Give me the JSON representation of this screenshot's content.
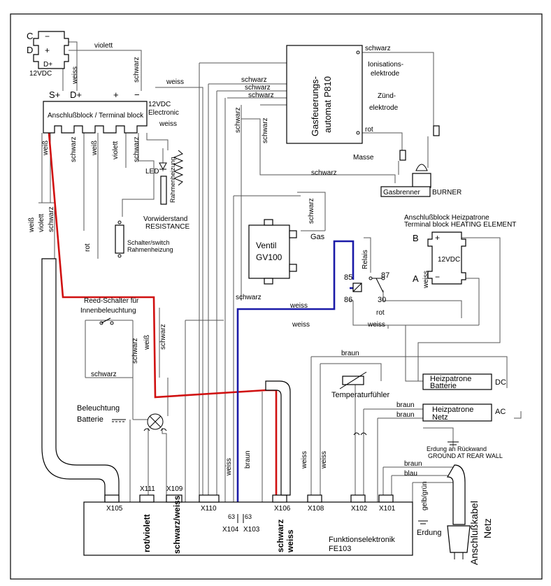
{
  "battery": {
    "c": "C",
    "d": "D",
    "minus": "−",
    "plus": "+",
    "dplus": "D+",
    "voltage": "12VDC"
  },
  "terminal_block": {
    "s_plus": "S+",
    "d_plus": "D+",
    "plus": "+",
    "minus": "−",
    "title": "Anschlußblock / Terminal block",
    "electronic_l1": "12VDC",
    "electronic_l2": "Electronic"
  },
  "wires": {
    "violett": "violett",
    "weiss": "weiss",
    "schwarz": "schwarz",
    "weiss_sz": "weiß",
    "rot": "rot",
    "braun": "braun",
    "blau": "blau",
    "gelb_gruen": "gelb/grün"
  },
  "frame_heater": {
    "led": "LED",
    "heating": "Rahmenheizung",
    "resistor_l1": "Vorwiderstand",
    "resistor_l2": "RESISTANCE",
    "switch_l1": "Schalter/switch",
    "switch_l2": "Rahmenheizung"
  },
  "gas_automat": {
    "l1": "Gasfeuerungs-",
    "l2": "automat P810"
  },
  "ignition": {
    "ionisation_l1": "Ionisations-",
    "ionisation_l2": "elektrode",
    "zuend_l1": "Zünd-",
    "zuend_l2": "elektrode",
    "masse": "Masse",
    "burner_de": "Gasbrenner",
    "burner_en": "BURNER"
  },
  "valve": {
    "l1": "Ventil",
    "l2": "GV100",
    "gas": "Gas"
  },
  "relay": {
    "label": "Relais",
    "p85": "85",
    "p86": "86",
    "p87": "87",
    "p30": "30"
  },
  "heating_terminal": {
    "title_de": "Anschlußblock Heizpatrone",
    "title_en": "Terminal block HEATING ELEMENT",
    "b": "B",
    "a": "A",
    "plus": "+",
    "minus": "−",
    "voltage": "12VDC"
  },
  "reed": {
    "l1": "Reed-Schalter für",
    "l2": "Innenbeleuchtung"
  },
  "lighting": {
    "l1": "Beleuchtung",
    "l2": "Batterie"
  },
  "temp_sensor": "Temperaturfühler",
  "heizpatrone_dc": {
    "l1": "Heizpatrone",
    "l2": "Batterie",
    "tag": "DC"
  },
  "heizpatrone_ac": {
    "l1": "Heizpatrone",
    "l2": "Netz",
    "tag": "AC"
  },
  "ground": {
    "l1": "Erdung an Rückwand",
    "l2": "GROUND AT REAR WALL",
    "erdung": "Erdung"
  },
  "mains_cable": {
    "l1": "Anschlußkabel",
    "l2": "Netz"
  },
  "fe": {
    "title": "Funktionselektronik",
    "model": "FE103",
    "x105": "X105",
    "x111": "X111",
    "x109": "X109",
    "x110": "X110",
    "x106": "X106",
    "x108": "X108",
    "x102": "X102",
    "x101": "X101",
    "x104": "X104",
    "x103": "X103",
    "n63a": "63",
    "n63b": "63",
    "rot_violett": "rot/violett",
    "schwarz_weiss": "schwarz/weiss",
    "x106_schwarz": "schwarz",
    "x106_weiss": "weiss"
  }
}
